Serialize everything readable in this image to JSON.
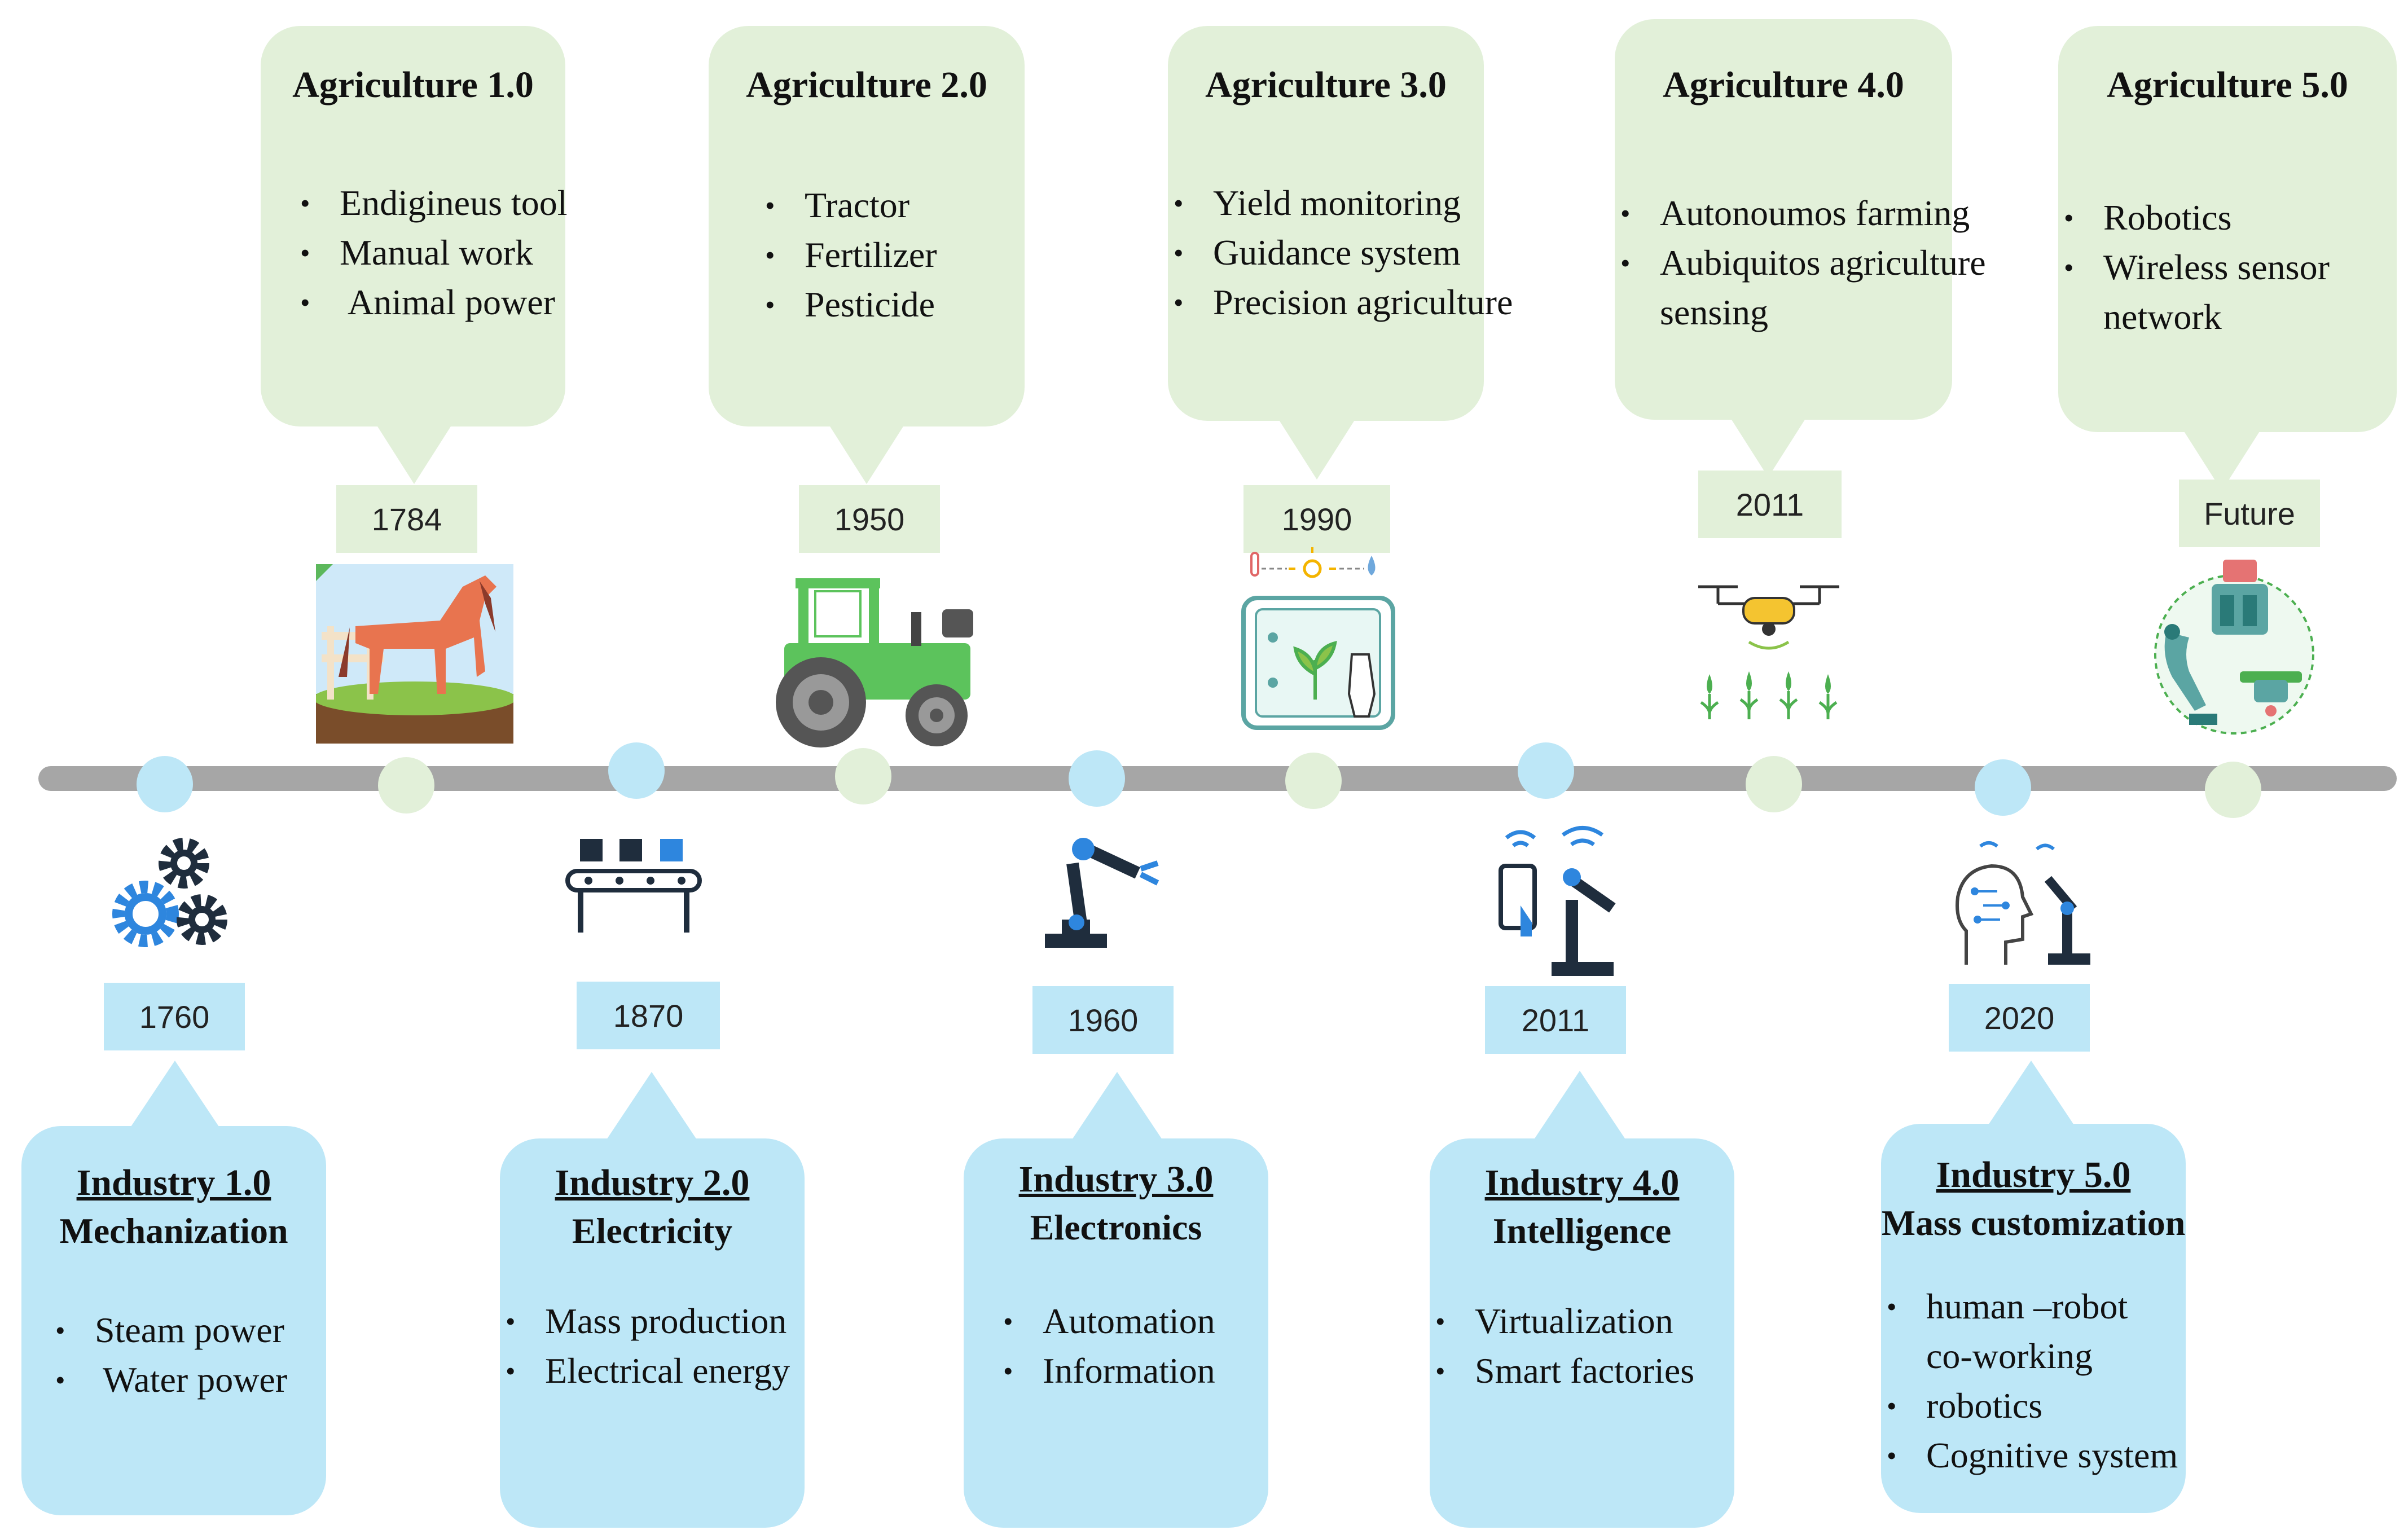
{
  "agriculture": [
    {
      "title": "Agriculture 1.0",
      "year": "1784",
      "items": [
        "Endigineus tool",
        "Manual work",
        "Animal power"
      ]
    },
    {
      "title": "Agriculture 2.0",
      "year": "1950",
      "items": [
        "Tractor",
        "Fertilizer",
        "Pesticide"
      ]
    },
    {
      "title": "Agriculture 3.0",
      "year": "1990",
      "items": [
        "Yield monitoring",
        "Guidance system",
        "Precision agriculture"
      ]
    },
    {
      "title": "Agriculture 4.0",
      "year": "2011",
      "items": [
        "Autonoumos farming",
        "Aubiquitos agriculture",
        "sensing"
      ]
    },
    {
      "title": "Agriculture 5.0",
      "year": "Future",
      "items": [
        "Robotics",
        "Wireless sensor",
        "network"
      ]
    }
  ],
  "industry": [
    {
      "title": "Industry 1.0",
      "subtitle": "Mechanization",
      "year": "1760",
      "items": [
        "Steam power",
        "Water power"
      ]
    },
    {
      "title": "Industry 2.0",
      "subtitle": "Electricity",
      "year": "1870",
      "items": [
        "Mass production",
        "Electrical energy"
      ]
    },
    {
      "title": "Industry 3.0",
      "subtitle": "Electronics",
      "year": "1960",
      "items": [
        "Automation",
        "Information"
      ]
    },
    {
      "title": "Industry 4.0",
      "subtitle": "Intelligence",
      "year": "2011",
      "items": [
        "Virtualization",
        "Smart factories"
      ]
    },
    {
      "title": "Industry 5.0",
      "subtitle": "Mass customization",
      "year": "2020",
      "items": [
        "human –robot",
        "co-working",
        "robotics",
        "Cognitive system"
      ]
    }
  ],
  "bullet": "•",
  "colors": {
    "agri_fill": "#e2f0d9",
    "industry_fill": "#bde7f7",
    "timeline": "#a6a6a6"
  },
  "icons": [
    "horse-icon",
    "tractor-icon",
    "smart-farming-tablet-icon",
    "drone-crop-icon",
    "robot-drone-icon",
    "gears-icon",
    "conveyor-icon",
    "robotic-arm-icon",
    "phone-robot-arm-icon",
    "brain-robot-icon"
  ]
}
